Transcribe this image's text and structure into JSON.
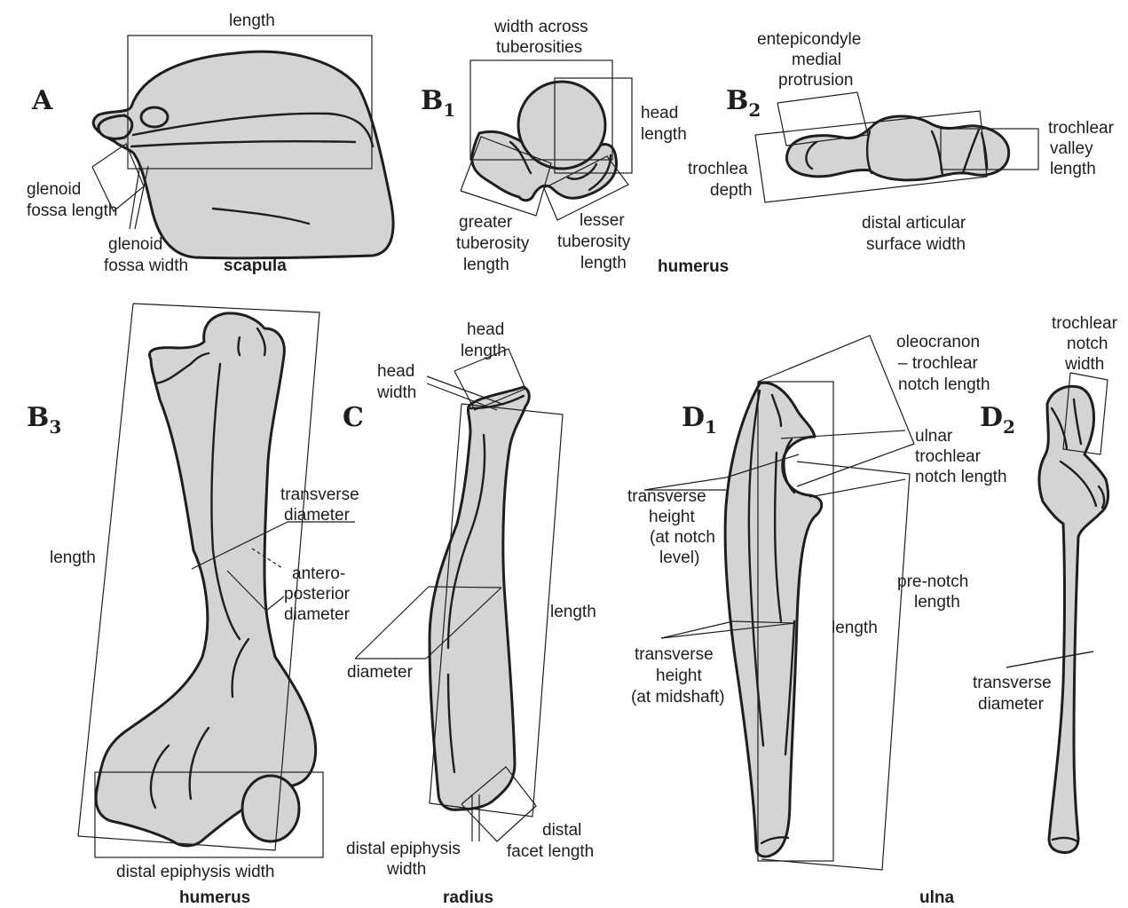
{
  "panels": {
    "A": "A",
    "B1": {
      "letter": "B",
      "sub": "1"
    },
    "B2": {
      "letter": "B",
      "sub": "2"
    },
    "B3": {
      "letter": "B",
      "sub": "3"
    },
    "C": "C",
    "D1": {
      "letter": "D",
      "sub": "1"
    },
    "D2": {
      "letter": "D",
      "sub": "2"
    }
  },
  "bones": {
    "scapula": "scapula",
    "humerus_top": "humerus",
    "humerus": "humerus",
    "radius": "radius",
    "ulna": "ulna"
  },
  "labels": {
    "scapula_length": "length",
    "glenoid_fossa_length": [
      "glenoid",
      "fossa length"
    ],
    "glenoid_fossa_width": [
      "glenoid",
      "fossa width"
    ],
    "width_across_tuberosities": [
      "width across",
      "tuberosities"
    ],
    "head_length_b1": [
      "head",
      "length"
    ],
    "greater_tuberosity_length": [
      "greater",
      "tuberosity",
      "length"
    ],
    "lesser_tuberosity_length": [
      "lesser",
      "tuberosity",
      "length"
    ],
    "entepicondyle_medial_protrusion": [
      "entepicondyle",
      "medial",
      "protrusion"
    ],
    "trochlear_valley_length": [
      "trochlear",
      "valley",
      "length"
    ],
    "trochlea_depth": [
      "trochlea",
      "depth"
    ],
    "distal_articular_surface_width": [
      "distal articular",
      "surface width"
    ],
    "humerus_length": "length",
    "transverse_diameter": [
      "transverse",
      "diameter"
    ],
    "anteroposterior_diameter": [
      "antero-",
      "posterior",
      "diameter"
    ],
    "distal_epiphysis_width_humerus": "distal epiphysis width",
    "radius_head_length": [
      "head",
      "length"
    ],
    "radius_head_width": [
      "head",
      "width"
    ],
    "radius_length": "length",
    "radius_diameter": "diameter",
    "distal_facet_length": [
      "distal",
      "facet length"
    ],
    "distal_epiphysis_width_radius": [
      "distal epiphysis",
      "width"
    ],
    "oleocranon_trochlear_notch_length": [
      "oleocranon",
      "– trochlear",
      "notch length"
    ],
    "ulnar_trochlear_notch_length": [
      "ulnar",
      "trochlear",
      "notch length"
    ],
    "transverse_height_notch": [
      "transverse",
      "height",
      "(at notch",
      "level)"
    ],
    "pre_notch_length": [
      "pre-notch",
      "length"
    ],
    "ulna_length": "length",
    "transverse_height_midshaft": [
      "transverse",
      "height",
      "(at midshaft)"
    ],
    "trochlear_notch_width": [
      "trochlear",
      "notch",
      "width"
    ],
    "ulna_transverse_diameter": [
      "transverse",
      "diameter"
    ]
  },
  "colors": {
    "bone_fill": "#d4d4d4",
    "ink": "#1e1e1e",
    "background": "#ffffff"
  }
}
